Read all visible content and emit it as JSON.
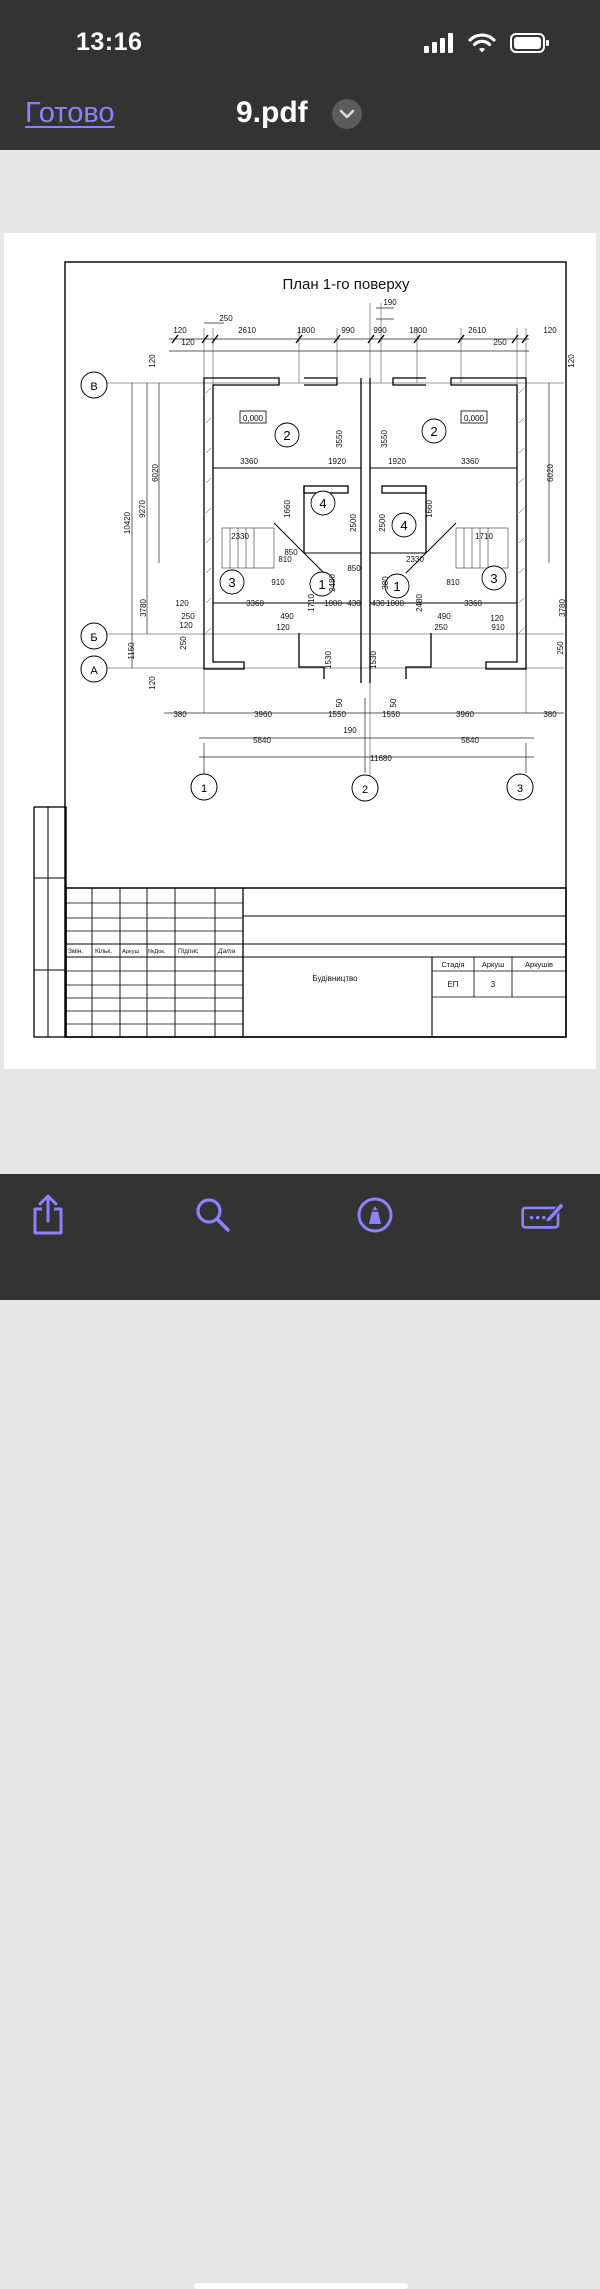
{
  "status_bar": {
    "time": "13:16"
  },
  "nav": {
    "done_label": "Готово",
    "title": "9.pdf"
  },
  "drawing": {
    "title": "План 1-го поверху",
    "axes_rows": [
      "В",
      "Б",
      "А"
    ],
    "axes_cols": [
      "1",
      "2",
      "3"
    ],
    "room_numbers": [
      "2",
      "2",
      "4",
      "4",
      "1",
      "1",
      "3",
      "3"
    ],
    "level_marks": [
      "0,000",
      "0,000"
    ],
    "dims_top": [
      "120",
      "250",
      "2610",
      "1800",
      "990",
      "190",
      "990",
      "1800",
      "2610",
      "250",
      "120",
      "120",
      "120",
      "120"
    ],
    "dims_upper_inner": [
      "3360",
      "1920",
      "1920",
      "3360"
    ],
    "dims_vertical": [
      "10420",
      "9270",
      "6020",
      "6020",
      "3550",
      "3550",
      "1660",
      "2500",
      "2500",
      "1660",
      "3780",
      "3780",
      "1150",
      "120",
      "250",
      "250"
    ],
    "dims_mid": [
      "3360",
      "1000",
      "430",
      "430",
      "1000",
      "3360",
      "120",
      "490",
      "120",
      "490",
      "250",
      "120",
      "250",
      "120",
      "910",
      "910",
      "810",
      "810",
      "2330",
      "2330",
      "1710",
      "1710",
      "2480",
      "2480",
      "380",
      "850",
      "850"
    ],
    "dims_bottom": [
      "380",
      "3960",
      "1550",
      "190",
      "1550",
      "3960",
      "380",
      "5840",
      "5840",
      "11680",
      "50",
      "50",
      "1530",
      "1530"
    ]
  },
  "title_block": {
    "col_headers": [
      "Змін.",
      "Кільк.",
      "Аркуш",
      "№Док.",
      "Підпис",
      "Дата"
    ],
    "subject": "Будівництво",
    "stage_label": "Стадія",
    "sheet_label": "Аркуш",
    "sheets_label": "Аркушів",
    "stage_value": "ЕП",
    "sheet_value": "3"
  },
  "toolbar": {
    "icons": [
      "share-icon",
      "search-icon",
      "markup-pen-icon",
      "annotate-icon"
    ]
  },
  "colors": {
    "chrome": "#333333",
    "accent": "#8a82ff",
    "page_bg": "#e6e6e6",
    "sheet": "#ffffff"
  }
}
